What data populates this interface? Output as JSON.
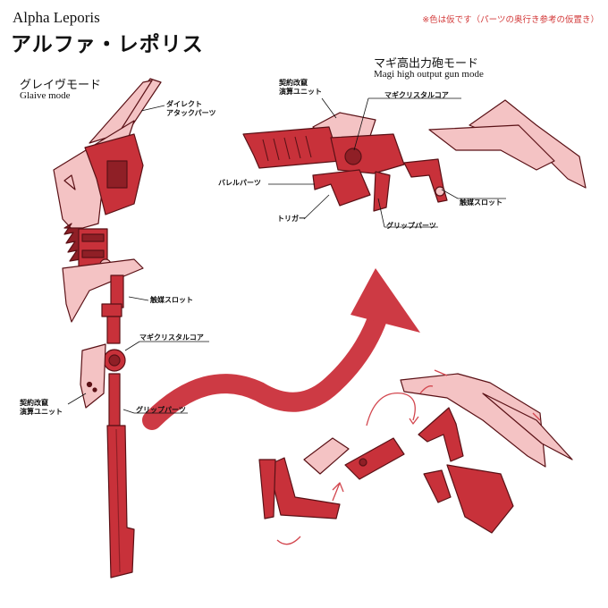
{
  "title": {
    "en": "Alpha Leporis",
    "jp": "アルファ・レポリス"
  },
  "note": "※色は仮です（パーツの奥行き参考の仮置き）",
  "glaive": {
    "mode_jp": "グレイヴモード",
    "mode_en": "Glaive mode",
    "labels": {
      "direct_attack_1": "ダイレクト",
      "direct_attack_2": "アタックパーツ",
      "catalyst_slot": "触媒スロット",
      "magi_crystal_core": "マギクリスタルコア",
      "contract_unit_1": "契約改竄",
      "contract_unit_2": "演算ユニット",
      "grip_parts": "グリップパーツ"
    }
  },
  "gun": {
    "mode_jp": "マギ高出力砲モード",
    "mode_en": "Magi high output gun mode",
    "labels": {
      "contract_unit_1": "契約改竄",
      "contract_unit_2": "演算ユニット",
      "magi_crystal_core": "マギクリスタルコア",
      "barrel_parts": "バレルパーツ",
      "trigger": "トリガー",
      "grip_parts": "グリップパーツ",
      "catalyst_slot": "触媒スロット"
    }
  },
  "colors": {
    "red_main": "#c8313a",
    "red_dark": "#8f1f26",
    "red_line": "#5a1116",
    "pink_armor": "#f4c3c4",
    "pink_line": "#7a2a2e",
    "arrow": "#cd3a44"
  }
}
